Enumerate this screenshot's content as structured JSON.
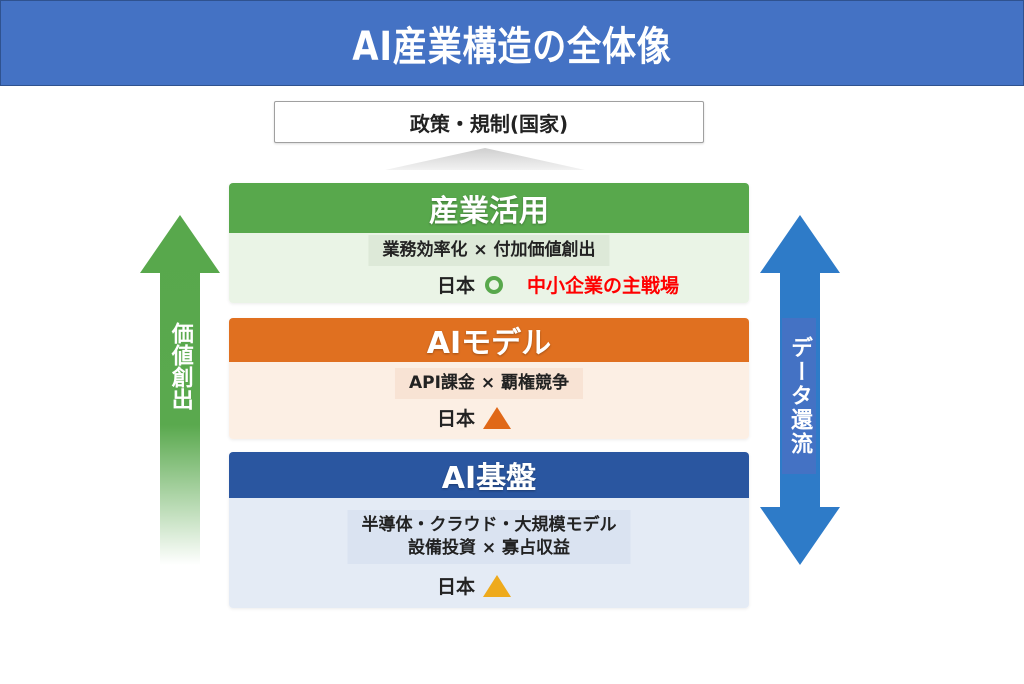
{
  "title": "AI産業構造の全体像",
  "policy": {
    "label": "政策・規制(国家)"
  },
  "layers": {
    "industry": {
      "heading": "産業活用",
      "description": "業務効率化 × 付加価値創出",
      "rating_label": "日本",
      "rating_symbol": "circle",
      "highlight": "中小企業の主戦場"
    },
    "model": {
      "heading": "AIモデル",
      "description": "API課金 × 覇権競争",
      "rating_label": "日本",
      "rating_symbol": "triangle"
    },
    "infra": {
      "heading": "AI基盤",
      "description_line1": "半導体・クラウド・大規模モデル",
      "description_line2": "設備投資 × 寡占収益",
      "rating_label": "日本",
      "rating_symbol": "triangle"
    }
  },
  "arrows": {
    "value_creation": "価値創出",
    "data_return": "データ還流"
  },
  "colors": {
    "title_bg": "#4472c4",
    "industry": "#58a84c",
    "model": "#e07020",
    "infra": "#2a56a0",
    "highlight": "#ff0000",
    "triangle_model": "#e06818",
    "triangle_infra": "#eeaa1c"
  }
}
